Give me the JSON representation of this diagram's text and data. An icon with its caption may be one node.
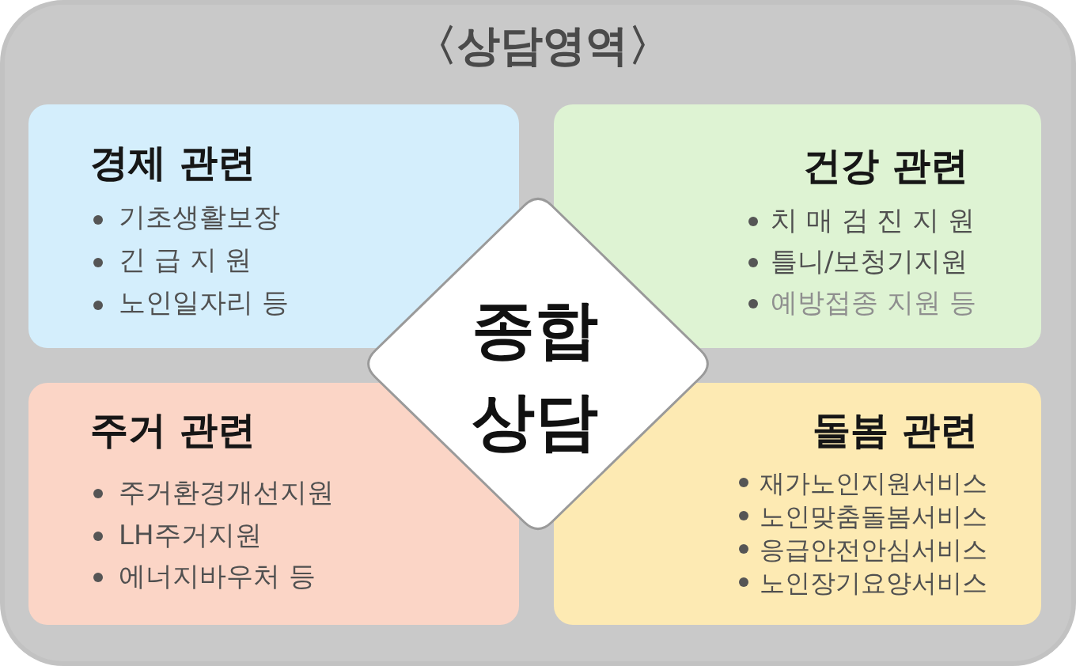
{
  "diagram": {
    "nodes": [
      {
        "text": [
          "〈상담영역〉"
        ]
      },
      {
        "text": [
          "경제 관련",
          "기초생활보장",
          "긴 급 지 원",
          "노인일자리 등"
        ],
        "in": 0
      },
      {
        "text": [
          "건강 관련",
          "치 매 검 진 지 원",
          "틀니/보청기지원",
          "예방접종 지원 등"
        ],
        "in": 0
      },
      {
        "text": [
          "종합 상담"
        ],
        "in": 0
      },
      {
        "text": [
          "주거 관련",
          "주거환경개선지원",
          "LH주거지원",
          "에너지바우처 등"
        ],
        "in": 0
      },
      {
        "text": [
          "돌봄 관련",
          "재가노인지원서비스",
          "노인맞춤돌봄서비스",
          "응급안전안심서비스",
          "노인장기요양서비스"
        ],
        "in": 0
      }
    ]
  }
}
